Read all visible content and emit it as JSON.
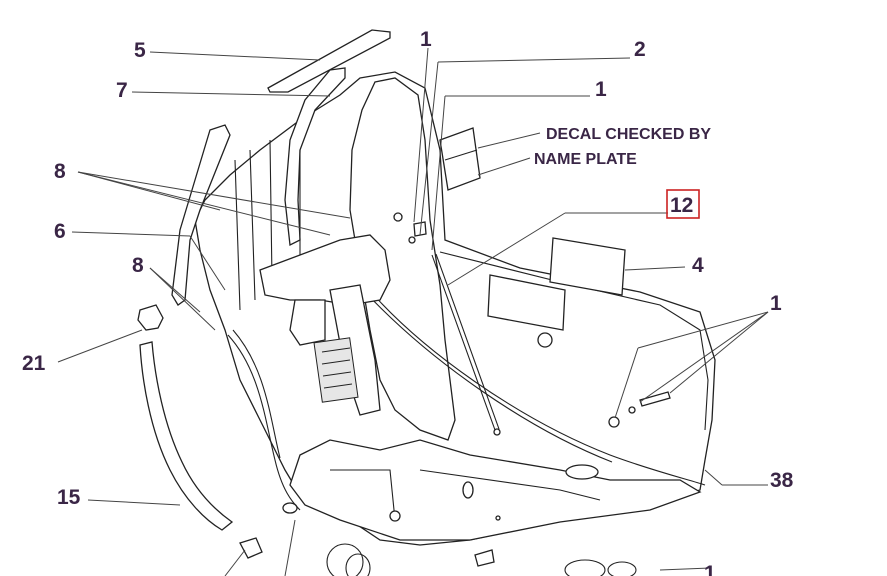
{
  "callouts": {
    "c5": "5",
    "c7": "7",
    "c8a": "8",
    "c6": "6",
    "c8b": "8",
    "c21": "21",
    "c15": "15",
    "c1a": "1",
    "c2": "2",
    "c1b": "1",
    "c12": "12",
    "c4": "4",
    "c1c": "1",
    "c38": "38",
    "c1d": "1"
  },
  "notes": {
    "decal": "DECAL CHECKED BY",
    "nameplate": "NAME PLATE"
  },
  "highlight_color": "#cc2222",
  "text_color": "#3a2646"
}
